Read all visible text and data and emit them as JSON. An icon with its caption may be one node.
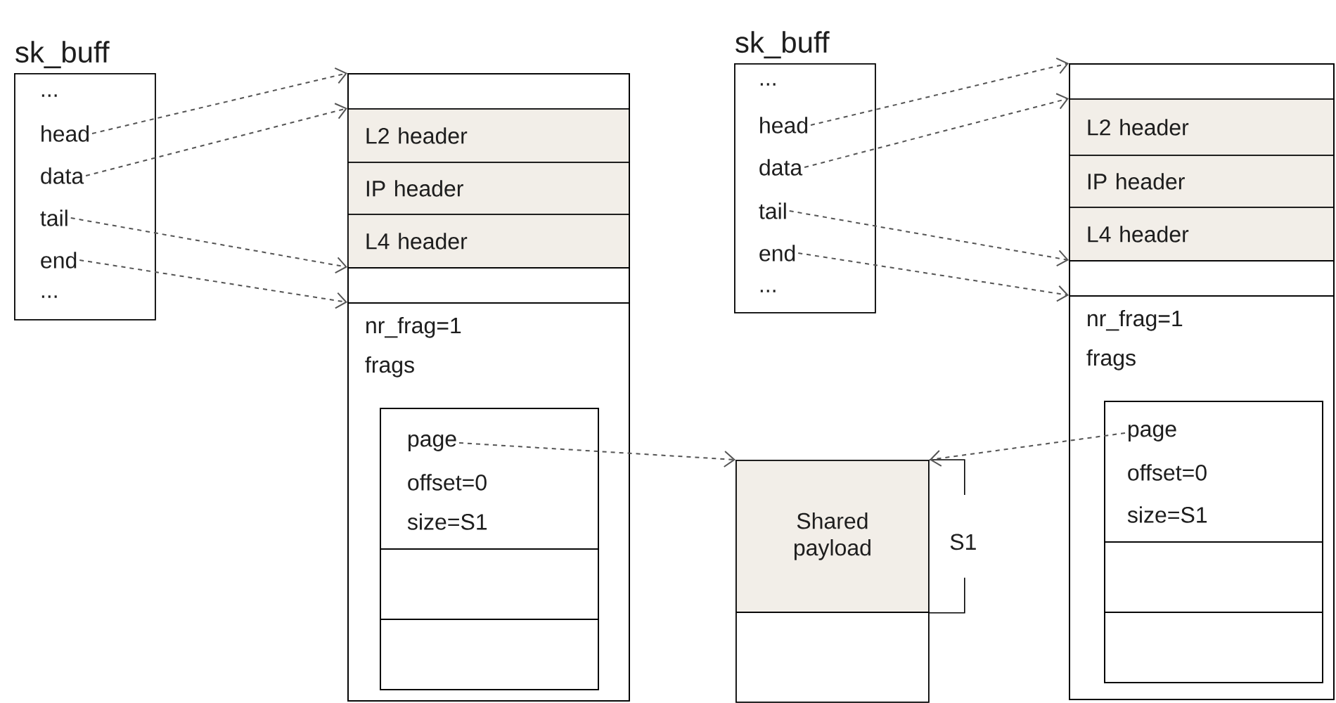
{
  "diagram": {
    "nodes": [
      {
        "text": [
          "sk_buff"
        ]
      },
      {
        "text": [
          "..."
        ],
        "in": 0
      },
      {
        "text": [
          "head"
        ],
        "in": 0
      },
      {
        "text": [
          "data"
        ],
        "in": 0
      },
      {
        "text": [
          "tail"
        ],
        "in": 0
      },
      {
        "text": [
          "end"
        ],
        "in": 0
      },
      {
        "text": [
          "..."
        ],
        "in": 0
      },
      {
        "text": [],
        "shape": "box"
      },
      {
        "text": [],
        "shape": "box",
        "in": 7
      },
      {
        "text": [
          "L2 header"
        ],
        "in": 7
      },
      {
        "text": [
          "IP header"
        ],
        "in": 7
      },
      {
        "text": [
          "L4 header"
        ],
        "in": 7
      },
      {
        "text": [],
        "shape": "box",
        "in": 7
      },
      {
        "text": [
          "nr_frag=1",
          "frags"
        ],
        "in": 7
      },
      {
        "text": [],
        "shape": "box",
        "in": 13
      },
      {
        "text": [],
        "shape": "box",
        "in": 14
      },
      {
        "text": [
          "page"
        ],
        "in": 15
      },
      {
        "text": [
          "offset=0"
        ],
        "in": 15
      },
      {
        "text": [
          "size=S1"
        ],
        "in": 15
      },
      {
        "text": [],
        "shape": "box",
        "in": 14
      },
      {
        "text": [],
        "shape": "box",
        "in": 14
      },
      {
        "text": [
          "Shared payload"
        ],
        "beside": [
          "S1"
        ]
      },
      {
        "text": [],
        "shape": "box"
      },
      {
        "text": [
          "sk_buff"
        ]
      },
      {
        "text": [
          "..."
        ],
        "in": 23
      },
      {
        "text": [
          "head"
        ],
        "in": 23
      },
      {
        "text": [
          "data"
        ],
        "in": 23
      },
      {
        "text": [
          "tail"
        ],
        "in": 23
      },
      {
        "text": [
          "end"
        ],
        "in": 23
      },
      {
        "text": [
          "..."
        ],
        "in": 23
      },
      {
        "text": [],
        "shape": "box"
      },
      {
        "text": [],
        "shape": "box",
        "in": 30
      },
      {
        "text": [
          "L2 header"
        ],
        "in": 30
      },
      {
        "text": [
          "IP header"
        ],
        "in": 30
      },
      {
        "text": [
          "L4 header"
        ],
        "in": 30
      },
      {
        "text": [],
        "shape": "box",
        "in": 30
      },
      {
        "text": [
          "nr_frag=1",
          "frags"
        ],
        "in": 30
      },
      {
        "text": [],
        "shape": "box",
        "in": 36
      },
      {
        "text": [],
        "shape": "box",
        "in": 37
      },
      {
        "text": [
          "page"
        ],
        "in": 38
      },
      {
        "text": [
          "offset=0"
        ],
        "in": 38
      },
      {
        "text": [
          "size=S1"
        ],
        "in": 38
      },
      {
        "text": [],
        "shape": "box",
        "in": 37
      },
      {
        "text": [],
        "shape": "box",
        "in": 37
      }
    ],
    "edges": [
      {
        "from": 2,
        "to": 8,
        "arrow": "to",
        "style": "dashed"
      },
      {
        "from": 3,
        "to": 9,
        "arrow": "to",
        "style": "dashed"
      },
      {
        "from": 4,
        "to": 12,
        "arrow": "to",
        "style": "dashed"
      },
      {
        "from": 5,
        "to": 13,
        "arrow": "to",
        "style": "dashed"
      },
      {
        "from": 16,
        "to": 21,
        "arrow": "to",
        "style": "dashed"
      },
      {
        "from": 25,
        "to": 31,
        "arrow": "to",
        "style": "dashed"
      },
      {
        "from": 26,
        "to": 32,
        "arrow": "to",
        "style": "dashed"
      },
      {
        "from": 27,
        "to": 35,
        "arrow": "to",
        "style": "dashed"
      },
      {
        "from": 28,
        "to": 36,
        "arrow": "to",
        "style": "dashed"
      },
      {
        "from": 39,
        "to": 21,
        "arrow": "to",
        "style": "dashed"
      }
    ]
  }
}
